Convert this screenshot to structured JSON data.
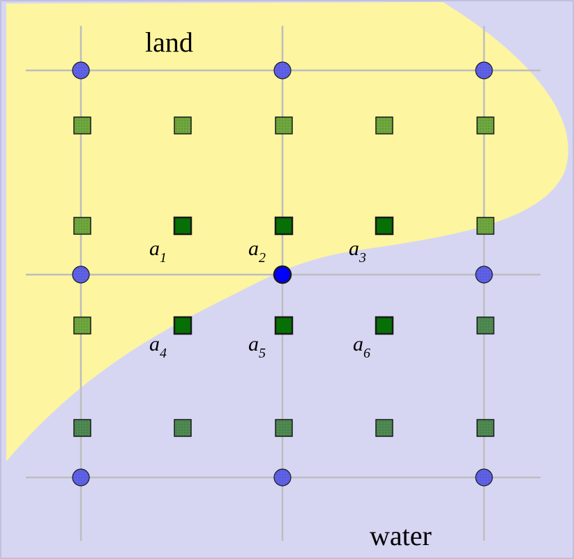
{
  "labels": {
    "land": "land",
    "water": "water",
    "a_prefix": "a",
    "a_subscripts": [
      "1",
      "2",
      "3",
      "4",
      "5",
      "6"
    ]
  },
  "colors": {
    "water": "#d6d6f3",
    "land": "#fdf5a0",
    "grid_line": "#bdbdbd",
    "node_faded": "#5f62e8",
    "node_highlight": "#0000ff",
    "square_faded_land": "#6fa83e",
    "square_faded_water": "#4e8a52",
    "square_highlight": "#067006"
  },
  "icons": {
    "node": "circle-node",
    "cell": "square-cell"
  }
}
